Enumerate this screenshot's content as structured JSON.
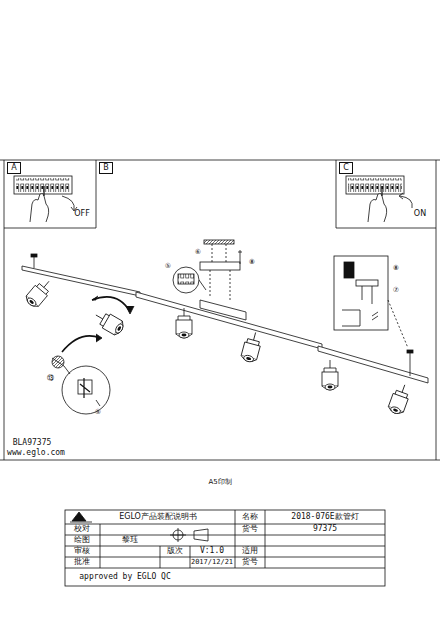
{
  "diagram": {
    "nodes": [
      {
        "text": [
          "A"
        ]
      },
      {
        "text": [
          "B"
        ]
      },
      {
        "text": [
          "C"
        ]
      }
    ],
    "labels": [
      "OFF",
      "ON",
      "⑬",
      "⑤",
      "⑤",
      "⑧",
      "⑥",
      "⑧",
      "⑦",
      "BLA97375",
      "www.eglo.com",
      "A5印制",
      "EGLO产品装配说明书",
      "名称",
      "2018-076E款管灯",
      "校对",
      "货号",
      "97375",
      "绘图",
      "黎珏",
      "审核",
      "版次",
      "V:1.0",
      "适用",
      "批准",
      "2017/12/21",
      "货号",
      "approved by EGLO QC"
    ]
  }
}
